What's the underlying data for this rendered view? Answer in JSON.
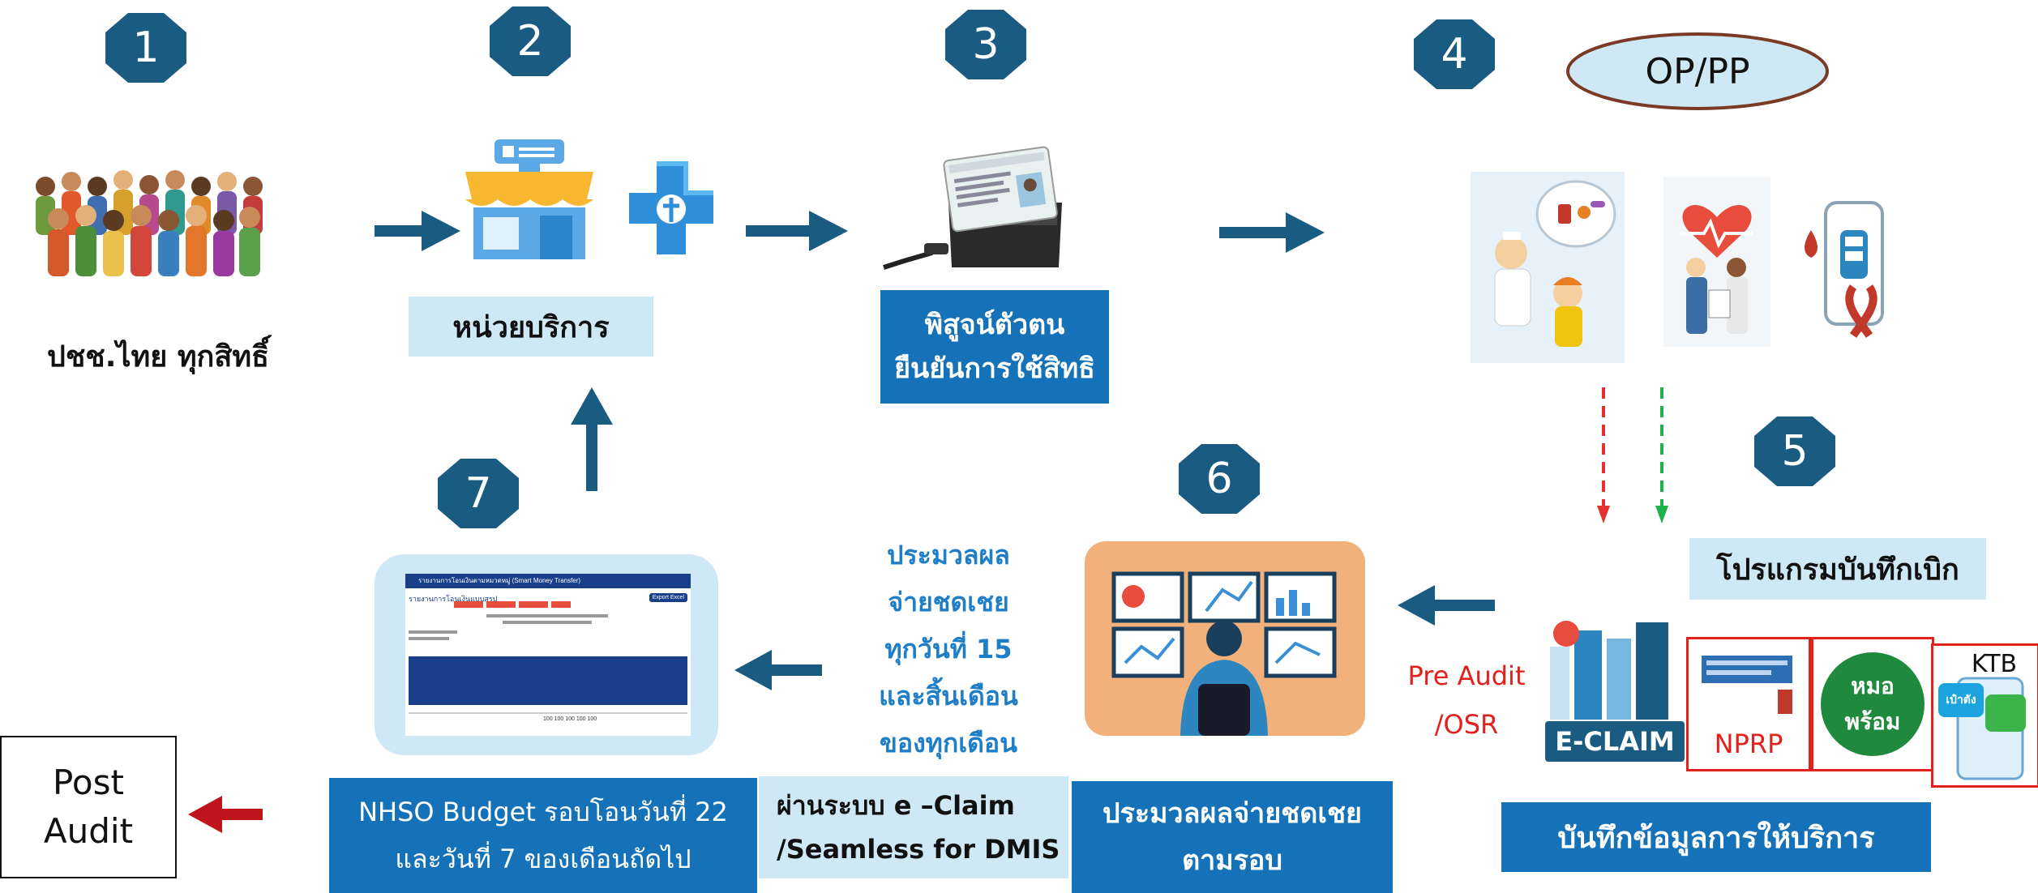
{
  "badges": [
    "1",
    "2",
    "3",
    "4",
    "5",
    "6",
    "7"
  ],
  "op_pp": "OP/PP",
  "population_label": "ปชช.ไทย ทุกสิทธิ์",
  "service_unit_label": "หน่วยบริการ",
  "identity_label": [
    "พิสูจน์ตัวตน",
    "ยืนยันการใช้สิทธิ"
  ],
  "record_program_label": "โปรแกรมบันทึกเบิก",
  "pre_audit_label": [
    "Pre Audit",
    "/OSR"
  ],
  "process_schedule_label": [
    "ประมวลผล",
    "จ่ายชดเชย",
    "ทุกวันที่ 15",
    "และสิ้นเดือน",
    "ของทุกเดือน"
  ],
  "bottom_boxes": {
    "budget": [
      "NHSO Budget รอบโอนวันที่ 22",
      "และวันที่ 7 ของเดือนถัดไป"
    ],
    "eclaim_system": [
      "ผ่านระบบ e –Claim",
      "/Seamless for DMIS"
    ],
    "processing": [
      "ประมวลผลจ่ายชดเชย",
      "ตามรอบ"
    ],
    "recording": "บันทึกข้อมูลการให้บริการ"
  },
  "post_audit": [
    "Post",
    "Audit"
  ],
  "program_logos": {
    "eclaim": "E-CLAIM",
    "nprp": "NPRP",
    "mor_prom": "หมอพร้อม",
    "ktb": "KTB",
    "pao_tang": "เป๋าตัง"
  },
  "report_table": {
    "bar_title": "รายงานการโอนเงินตามหมวดหมู่ (Smart Money Transfer)",
    "subheader": "รายงานการโอนเงินแบบสรุป",
    "pill": "Export Excel",
    "footer": "100 100 100 100 100"
  },
  "colors": {
    "navy": "#1a5b82",
    "dark_box": "#1672b8",
    "light_box": "#cfe8f5",
    "arrow": "#1a5b82",
    "red_arrow": "#c0141c",
    "red_text": "#e0211c",
    "dash_red": "#e53030",
    "dash_green": "#1eb24b",
    "oval_fill": "#cfe8f5",
    "oval_stroke": "#7a3b25"
  }
}
